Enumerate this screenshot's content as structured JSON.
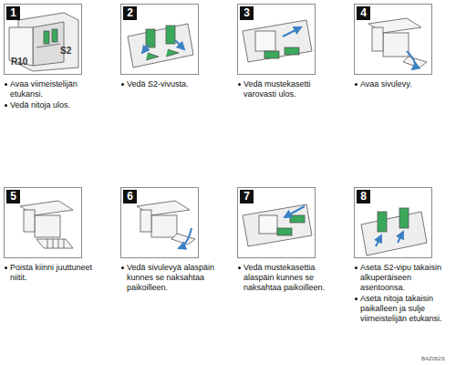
{
  "diagram": {
    "nodes": [
      {
        "text": [
          "1",
          "Avaa viimeistelijän etukansi.",
          "Vedä nitoja ulos."
        ]
      },
      {
        "text": [
          "2",
          "Vedä S2-vivusta."
        ]
      },
      {
        "text": [
          "3",
          "Vedä mustekasetti varovasti ulos."
        ]
      },
      {
        "text": [
          "4",
          "Avaa sivulevy."
        ]
      },
      {
        "text": [
          "5",
          "Poista kiinni juuttuneet niitit."
        ]
      },
      {
        "text": [
          "6",
          "Vedä sivulevyä alaspäin kunnes se naksahtaa paikoilleen."
        ]
      },
      {
        "text": [
          "7",
          "Vedä mustekasettia alaspäin kunnes se naksahtaa paikoilleen."
        ]
      },
      {
        "text": [
          "8",
          "Aseta S2-vipu takaisin alkuperäiseen asentoonsa.",
          "Aseta nitoja takaisin paikalleen ja sulje viimeistelijän etukansi."
        ]
      }
    ],
    "labels": [
      "R10",
      "S2",
      "BAZ062S"
    ]
  }
}
